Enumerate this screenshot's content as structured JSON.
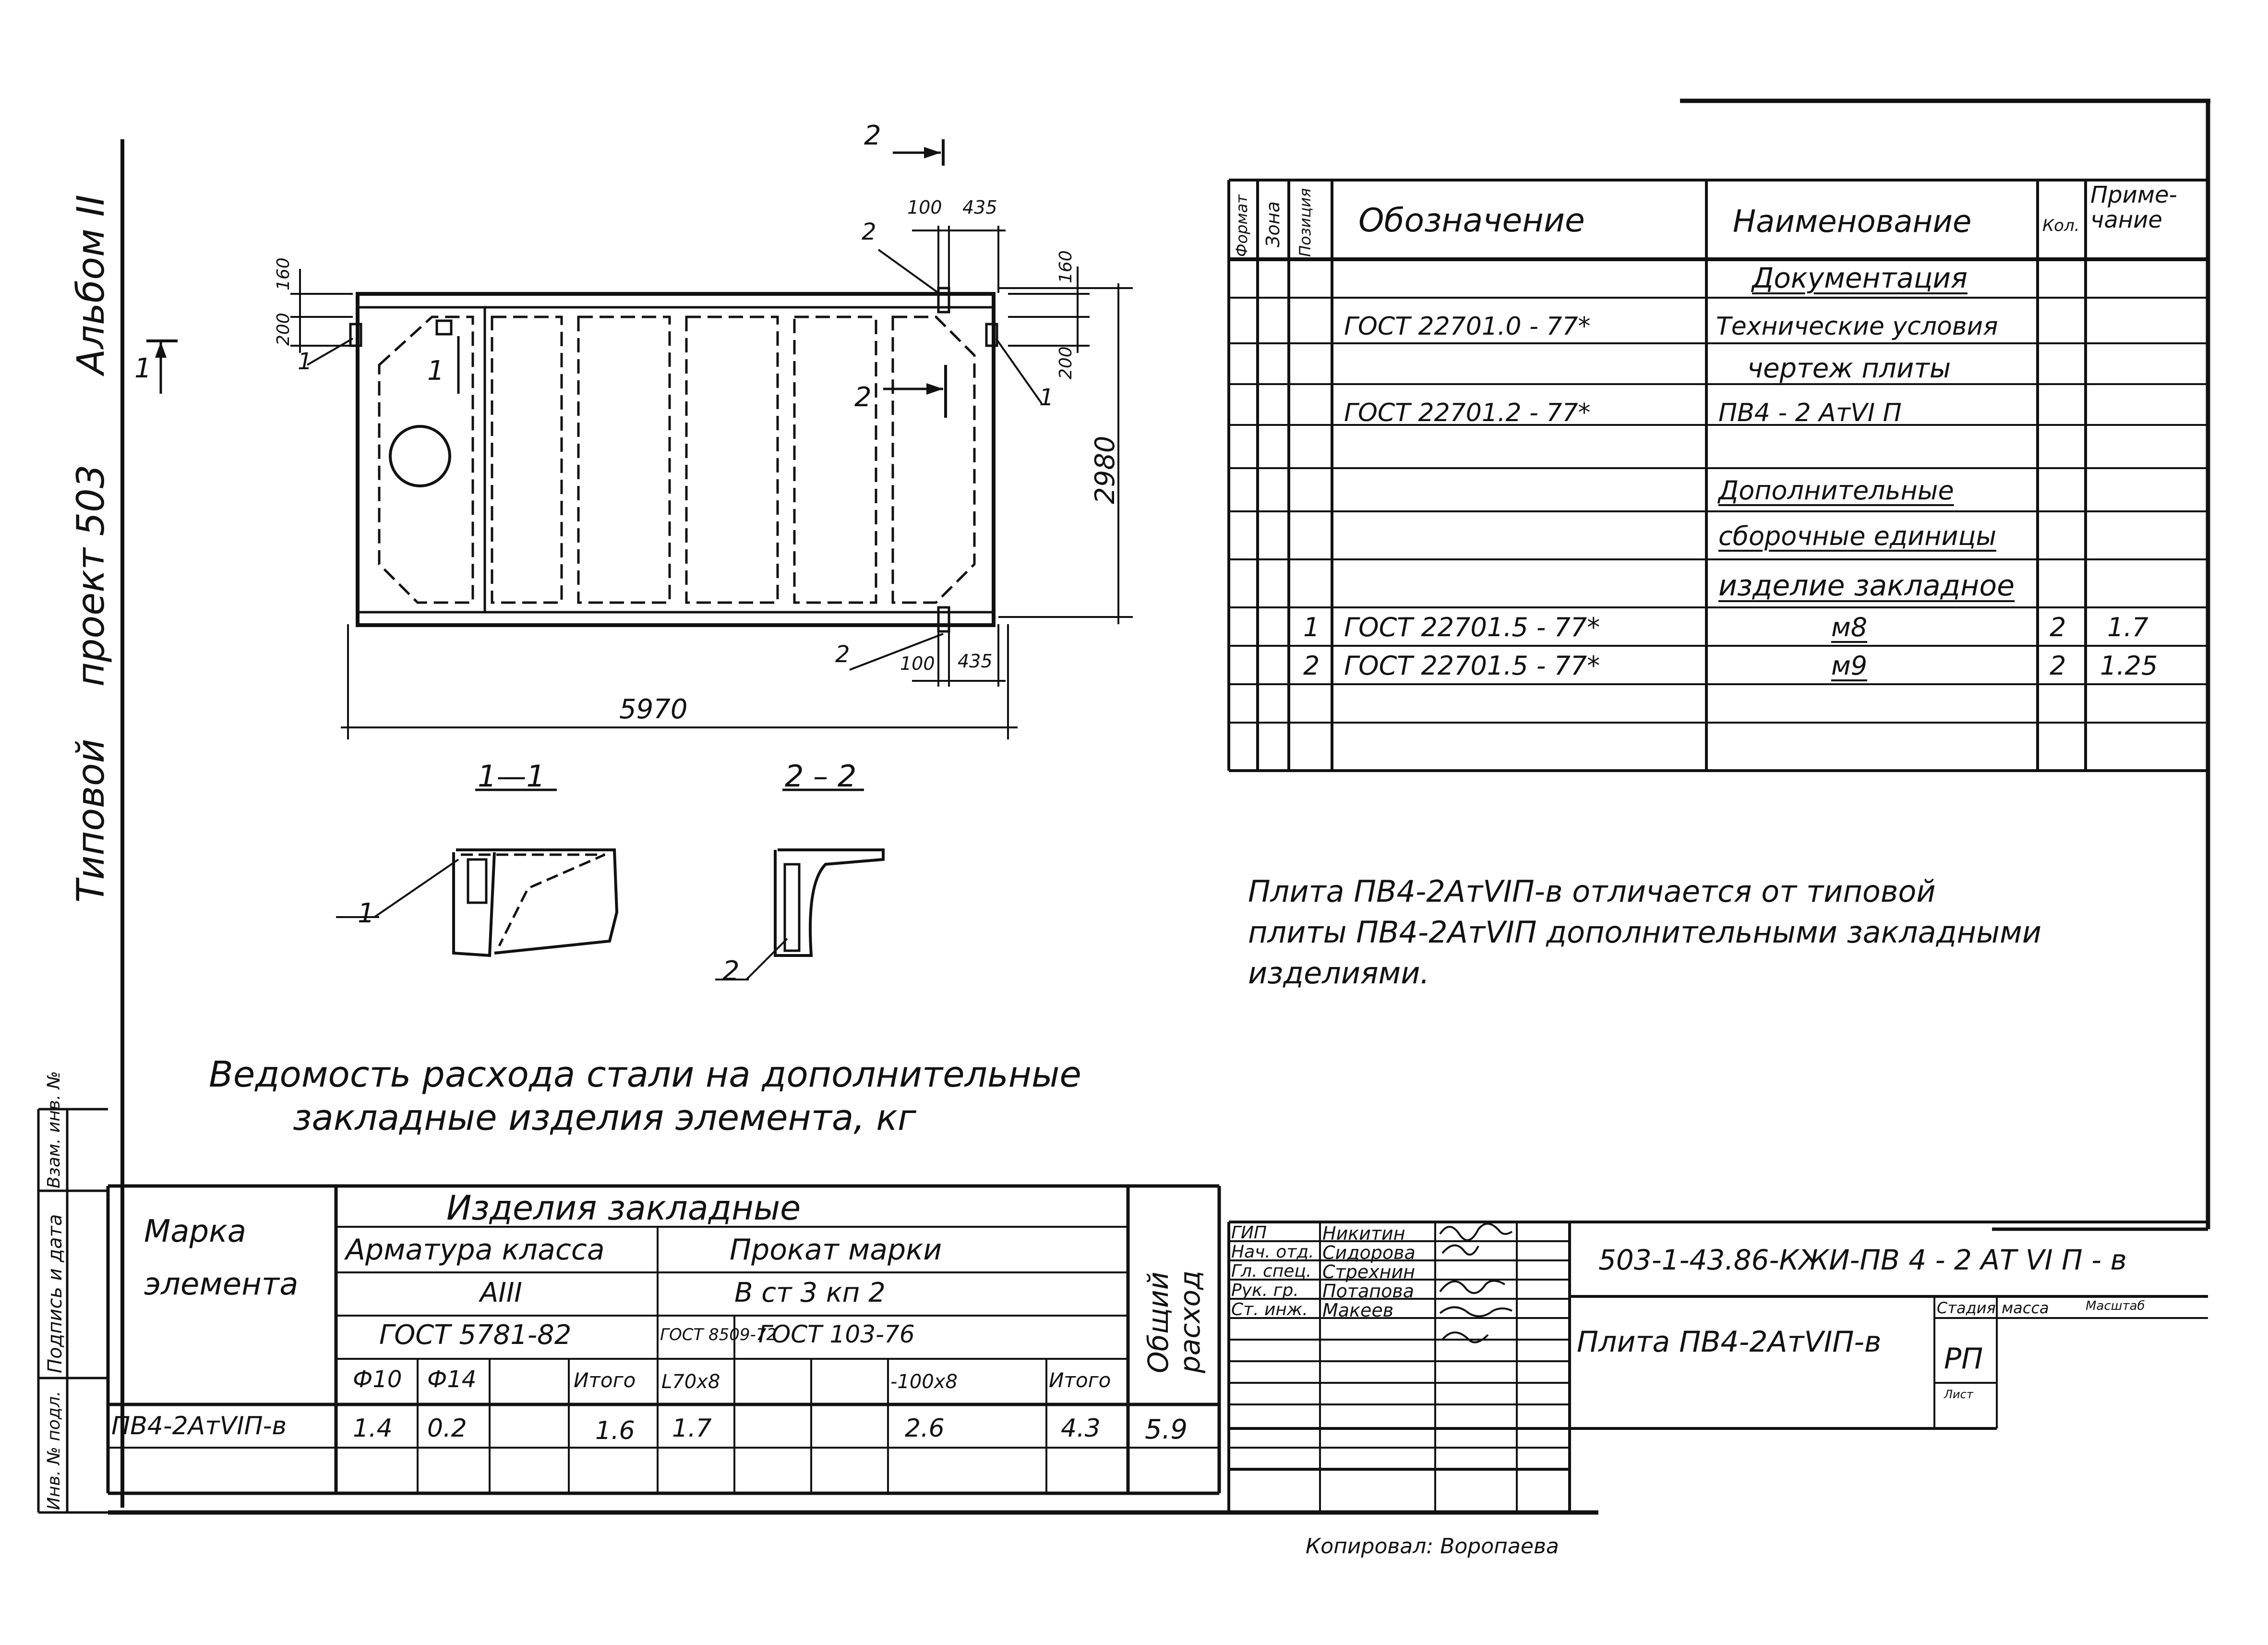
{
  "side_title": {
    "typical": "Типовой",
    "project": "проект 503",
    "album": "Альбом II"
  },
  "drawing": {
    "section_arrow_2_top": "2",
    "section_arrow_1_left": "1",
    "section_arrow_1_inner": "1",
    "section_arrow_2_inner": "2",
    "dim_100_top": "100",
    "dim_435_top": "435",
    "dim_160_left": "160",
    "dim_200_left": "200",
    "dim_160_right": "160",
    "dim_200_right": "200",
    "dim_2980": "2980",
    "dim_5970": "5970",
    "dim_100_bottom": "100",
    "dim_435_bottom": "435",
    "callout_1_left": "1",
    "callout_1_right": "1",
    "callout_2_top": "2",
    "callout_2_bottom": "2",
    "section_1_title": "1—1",
    "section_2_title": "2 – 2",
    "section_1_callout": "1",
    "section_2_callout": "2"
  },
  "spec_table": {
    "headers": {
      "format": "Формат",
      "zone": "Зона",
      "position": "Позиция",
      "designation": "Обозначение",
      "name": "Наименование",
      "qty": "Кол.",
      "note": "Приме-\nчание"
    },
    "rows": [
      {
        "pos": "",
        "designation": "",
        "name": "Документация",
        "qty": "",
        "note": "",
        "underline": true
      },
      {
        "pos": "",
        "designation": "ГОСТ 22701.0 - 77*",
        "name": "Технические условия",
        "qty": "",
        "note": ""
      },
      {
        "pos": "",
        "designation": "",
        "name": "чертеж плиты",
        "qty": "",
        "note": ""
      },
      {
        "pos": "",
        "designation": "ГОСТ 22701.2 - 77*",
        "name": "ПВ4 - 2 АтVI П",
        "qty": "",
        "note": ""
      },
      {
        "pos": "",
        "designation": "",
        "name": "",
        "qty": "",
        "note": ""
      },
      {
        "pos": "",
        "designation": "",
        "name": "Дополнительные",
        "qty": "",
        "note": "",
        "underline": true
      },
      {
        "pos": "",
        "designation": "",
        "name": "сборочные единицы",
        "qty": "",
        "note": "",
        "underline": true
      },
      {
        "pos": "",
        "designation": "",
        "name": "изделие закладное",
        "qty": "",
        "note": "",
        "underline": true
      },
      {
        "pos": "1",
        "designation": "ГОСТ 22701.5 - 77*",
        "name": "м8",
        "qty": "2",
        "note": "1.7"
      },
      {
        "pos": "2",
        "designation": "ГОСТ 22701.5 - 77*",
        "name": "м9",
        "qty": "2",
        "note": "1.25"
      },
      {
        "pos": "",
        "designation": "",
        "name": "",
        "qty": "",
        "note": ""
      }
    ]
  },
  "note_text": [
    "Плита ПВ4-2АтVIП-в  отличается от типовой",
    "плиты  ПВ4-2АтVIП дополнительными закладными",
    "изделиями."
  ],
  "steel_title": [
    "Ведомость  расхода  стали на дополнительные",
    "закладные  изделия  элемента,  кг"
  ],
  "steel_table": {
    "mark_header": "Марка\nэлемента",
    "embedded_header": "Изделия  закладные",
    "rebar_header": "Арматура класса",
    "rebar_class": "AIII",
    "rebar_gost": "ГОСТ 5781-82",
    "rolled_header": "Прокат марки",
    "rolled_grade": "В ст 3 кп 2",
    "rolled_gost_1": "ГОСТ 8509-72",
    "rolled_gost_2": "ГОСТ 103-76",
    "total_header": "Общий\nрасход",
    "sub_cols": [
      "Ф10",
      "Ф14",
      "",
      "Итого",
      "L70x8",
      "",
      "-100x8",
      "Итого"
    ],
    "rows": [
      {
        "mark": "ПВ4-2АтVIП-в",
        "f10": "1.4",
        "f14": "0.2",
        "blank": "",
        "rebar_total": "1.6",
        "l70": "1.7",
        "blank2": "",
        "s100": "2.6",
        "rolled_total": "4.3",
        "total": "5.9"
      }
    ]
  },
  "side_stamp": {
    "inv_orig": "Инв. № подл.",
    "sign_date": "Подпись и дата",
    "replace_inv": "Взам. инв. №"
  },
  "title_block": {
    "roles": [
      "ГИП",
      "Нач. отд.",
      "Гл. спец.",
      "Рук. гр.",
      "Ст. инж."
    ],
    "names": [
      "Никитин",
      "Сидорова",
      "Стрехнин",
      "Потапова",
      "Макеев"
    ],
    "doc_code": "503-1-43.86-КЖИ-ПВ 4 - 2 АТ VI П - в",
    "doc_name": "Плита ПВ4-2АтVIП-в",
    "stage_label": "Стадия",
    "mass_label": "масса",
    "scale_label": "Масштаб",
    "stage_value": "РП",
    "sheet_label": "Лист"
  },
  "copied_by": "Копировал: Воропаева"
}
